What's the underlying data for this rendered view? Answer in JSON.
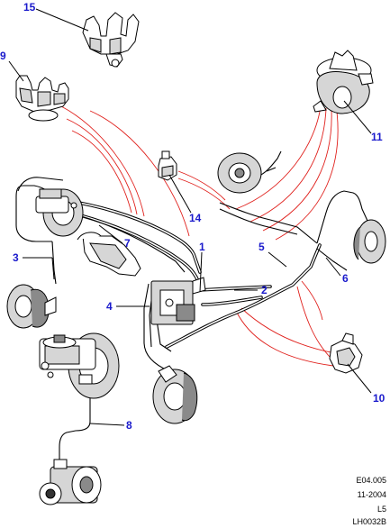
{
  "callouts": [
    {
      "id": "1",
      "label": "1"
    },
    {
      "id": "2",
      "label": "2"
    },
    {
      "id": "3",
      "label": "3"
    },
    {
      "id": "4",
      "label": "4"
    },
    {
      "id": "5",
      "label": "5"
    },
    {
      "id": "6",
      "label": "6"
    },
    {
      "id": "7",
      "label": "7"
    },
    {
      "id": "8",
      "label": "8"
    },
    {
      "id": "9",
      "label": "9"
    },
    {
      "id": "10",
      "label": "10"
    },
    {
      "id": "11",
      "label": "11"
    },
    {
      "id": "14",
      "label": "14"
    },
    {
      "id": "15",
      "label": "15"
    }
  ],
  "footer": {
    "ref": "E04.005",
    "date": "11-2004",
    "level": "L5",
    "drawing_code": "LH0032B"
  },
  "colors": {
    "callout": "#1a1acc",
    "wiring": "#e0201c",
    "line": "#000000"
  }
}
